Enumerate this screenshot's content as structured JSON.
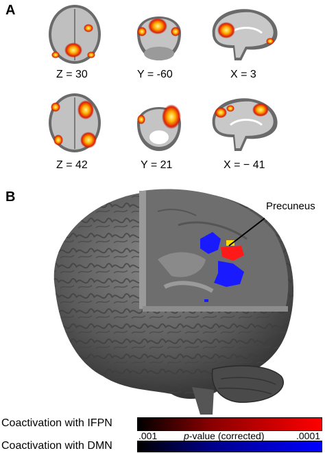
{
  "panel_a": {
    "letter": "A",
    "rows": [
      [
        {
          "label": "Z = 30",
          "view": "axial"
        },
        {
          "label": "Y = -60",
          "view": "coronal"
        },
        {
          "label": "X = 3",
          "view": "sagittal"
        }
      ],
      [
        {
          "label": "Z = 42",
          "view": "axial"
        },
        {
          "label": "Y = 21",
          "view": "coronal"
        },
        {
          "label": "X = − 41",
          "view": "sagittal"
        }
      ]
    ]
  },
  "panel_b": {
    "letter": "B",
    "annotation": "Precuneus"
  },
  "legend": {
    "ifpn_label": "Coactivation with IFPN",
    "dmn_label": "Coactivation with DMN",
    "tick_low": ".001",
    "tick_mid_italic": "p",
    "tick_mid_rest": "-value (corrected)",
    "tick_high": ".0001",
    "ifpn_gradient": [
      "#000000",
      "#ff0000"
    ],
    "dmn_gradient": [
      "#000000",
      "#0000ff"
    ]
  }
}
